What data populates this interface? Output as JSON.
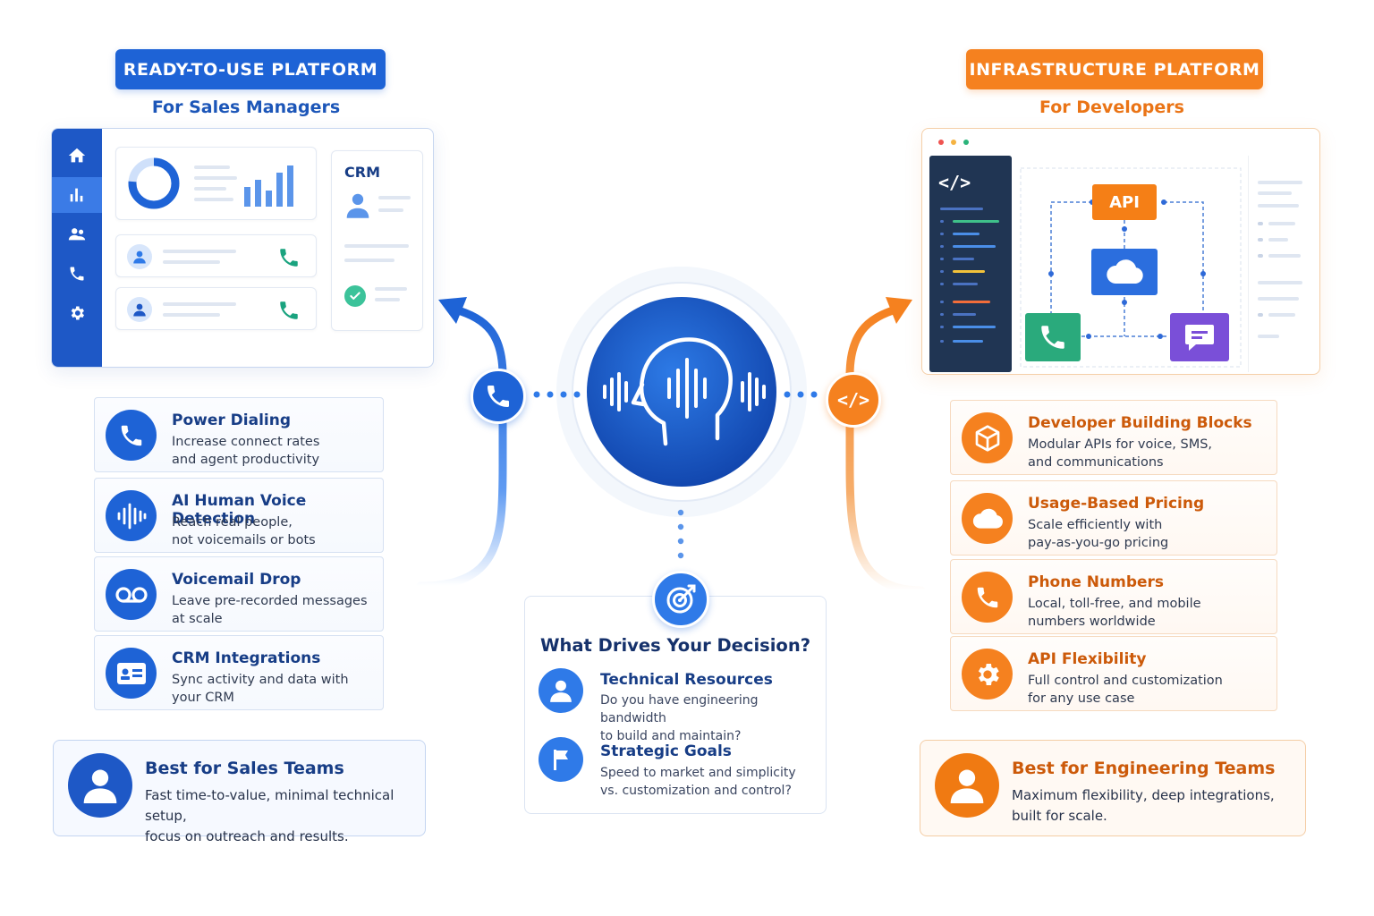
{
  "left": {
    "badge": "READY-TO-USE PLATFORM",
    "subtitle": "For Sales Managers",
    "mockup": {
      "crm_label": "CRM"
    },
    "features": [
      {
        "title": "Power Dialing",
        "desc1": "Increase connect rates",
        "desc2": "and agent productivity",
        "icon": "phone-icon"
      },
      {
        "title": "AI Human Voice Detection",
        "desc1": "Reach real people,",
        "desc2": "not voicemails or bots",
        "icon": "waveform-icon"
      },
      {
        "title": "Voicemail Drop",
        "desc1": "Leave pre-recorded messages",
        "desc2": "at scale",
        "icon": "voicemail-icon"
      },
      {
        "title": "CRM Integrations",
        "desc1": "Sync activity and data with",
        "desc2": "your CRM",
        "icon": "id-card-icon"
      }
    ],
    "best": {
      "title": "Best for Sales Teams",
      "desc1": "Fast time-to-value, minimal technical setup,",
      "desc2": "focus on outreach and results."
    }
  },
  "right": {
    "badge": "INFRASTRUCTURE PLATFORM",
    "subtitle": "For Developers",
    "mockup": {
      "code_label": "</>",
      "api_label": "API"
    },
    "features": [
      {
        "title": "Developer Building Blocks",
        "desc1": "Modular APIs for voice, SMS,",
        "desc2": "and communications",
        "icon": "cube-icon"
      },
      {
        "title": "Usage-Based Pricing",
        "desc1": "Scale efficiently with",
        "desc2": "pay-as-you-go pricing",
        "icon": "cloud-icon"
      },
      {
        "title": "Phone Numbers",
        "desc1": "Local, toll-free, and mobile",
        "desc2": "numbers worldwide",
        "icon": "phone-icon"
      },
      {
        "title": "API Flexibility",
        "desc1": "Full control and customization",
        "desc2": "for any use case",
        "icon": "gear-icon"
      }
    ],
    "best": {
      "title": "Best for Engineering Teams",
      "desc1": "Maximum flexibility, deep integrations,",
      "desc2": "built for scale."
    }
  },
  "center": {
    "code_badge": "</>",
    "decision": {
      "title": "What Drives Your Decision?",
      "items": [
        {
          "title": "Technical Resources",
          "desc1": "Do you have engineering bandwidth",
          "desc2": "to build and maintain?",
          "icon": "user-icon"
        },
        {
          "title": "Strategic Goals",
          "desc1": "Speed to market and simplicity",
          "desc2": "vs. customization and control?",
          "icon": "flag-icon"
        }
      ]
    }
  },
  "colors": {
    "blue": "#1e63d6",
    "orange": "#f5811f",
    "navy": "#173d86"
  }
}
